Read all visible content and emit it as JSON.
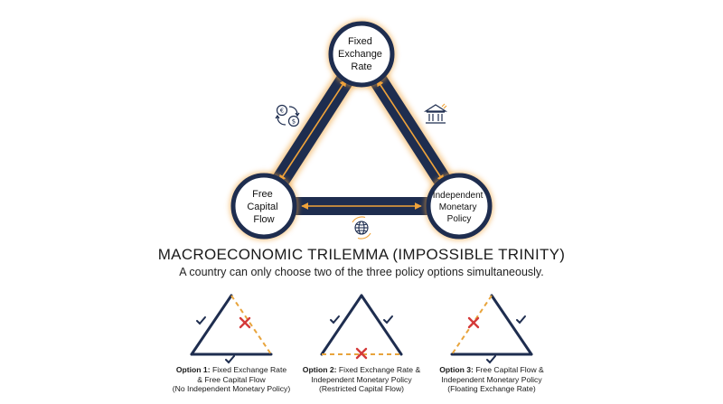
{
  "diagram": {
    "nodes": {
      "top": [
        "Fixed",
        "Exchange",
        "Rate"
      ],
      "left": [
        "Free",
        "Capital",
        "Flow"
      ],
      "right": [
        "Independent",
        "Monetary",
        "Policy"
      ]
    },
    "icons": {
      "left_edge": "currency-exchange-icon",
      "right_edge": "bank-icon",
      "bottom_edge": "globe-icon"
    },
    "colors": {
      "navy": "#1e2d4f",
      "glow": "#f0a33a",
      "dashed": "#e8a43c",
      "cross": "#d43a3a"
    }
  },
  "heading": {
    "title": "MACROECONOMIC TRILEMMA (IMPOSSIBLE TRINITY)",
    "subtitle": "A country can only choose two of the three policy options simultaneously."
  },
  "options": [
    {
      "label": "Option 1:",
      "line1": "Fixed Exchange Rate",
      "line2": "& Free Capital Flow",
      "line3": "(No Independent Monetary Policy)"
    },
    {
      "label": "Option 2:",
      "line1": "Fixed Exchange Rate &",
      "line2": "Independent Monetary Policy",
      "line3": "(Restricted Capital Flow)"
    },
    {
      "label": "Option 3:",
      "line1": "Free Capital Flow &",
      "line2": "Independent Monetary Policy",
      "line3": "(Floating Exchange Rate)"
    }
  ]
}
